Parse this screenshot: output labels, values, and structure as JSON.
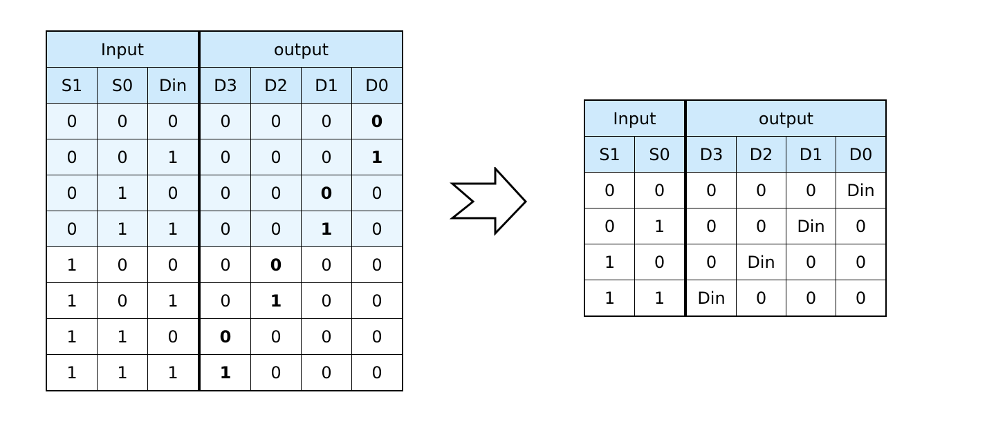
{
  "tables": {
    "full": {
      "group_headers": [
        {
          "label": "Input",
          "colspan": 3
        },
        {
          "label": "output",
          "colspan": 4
        }
      ],
      "columns": [
        "S1",
        "S0",
        "Din",
        "D3",
        "D2",
        "D1",
        "D0"
      ],
      "rows": [
        [
          "0",
          "0",
          "0",
          "0",
          "0",
          "0",
          "0"
        ],
        [
          "0",
          "0",
          "1",
          "0",
          "0",
          "0",
          "1"
        ],
        [
          "0",
          "1",
          "0",
          "0",
          "0",
          "0",
          "0"
        ],
        [
          "0",
          "1",
          "1",
          "0",
          "0",
          "1",
          "0"
        ],
        [
          "1",
          "0",
          "0",
          "0",
          "0",
          "0",
          "0"
        ],
        [
          "1",
          "0",
          "1",
          "0",
          "1",
          "0",
          "0"
        ],
        [
          "1",
          "1",
          "0",
          "0",
          "0",
          "0",
          "0"
        ],
        [
          "1",
          "1",
          "1",
          "1",
          "0",
          "0",
          "0"
        ]
      ],
      "bold_cells": [
        [
          0,
          6
        ],
        [
          1,
          6
        ],
        [
          2,
          5
        ],
        [
          3,
          5
        ],
        [
          4,
          4
        ],
        [
          5,
          4
        ],
        [
          6,
          3
        ],
        [
          7,
          3
        ]
      ],
      "shaded_rows": [
        0,
        1,
        2,
        3
      ]
    },
    "reduced": {
      "group_headers": [
        {
          "label": "Input",
          "colspan": 2
        },
        {
          "label": "output",
          "colspan": 4
        }
      ],
      "columns": [
        "S1",
        "S0",
        "D3",
        "D2",
        "D1",
        "D0"
      ],
      "rows": [
        [
          "0",
          "0",
          "0",
          "0",
          "0",
          "Din"
        ],
        [
          "0",
          "1",
          "0",
          "0",
          "Din",
          "0"
        ],
        [
          "1",
          "0",
          "0",
          "Din",
          "0",
          "0"
        ],
        [
          "1",
          "1",
          "Din",
          "0",
          "0",
          "0"
        ]
      ]
    }
  },
  "colors": {
    "header_fill": "#cfeafc",
    "shaded_fill": "#eaf6fe",
    "line": "#000000"
  },
  "icons": {
    "transform": "hollow-right-arrow-icon"
  }
}
